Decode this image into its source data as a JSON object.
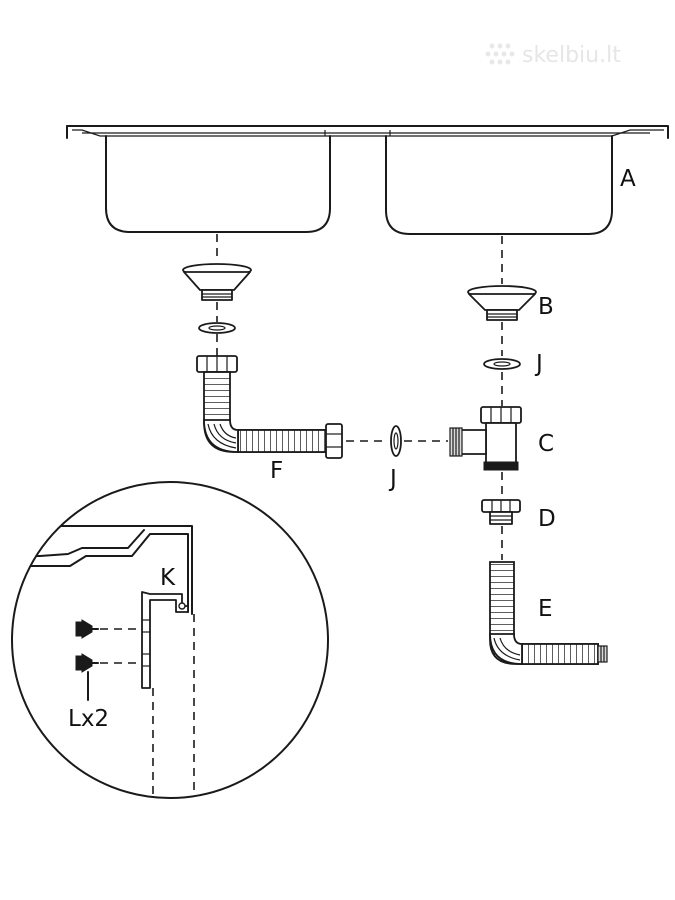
{
  "watermark": "skelbiu.lt",
  "labels": {
    "A": "A",
    "B": "B",
    "J_top": "J",
    "C": "C",
    "F": "F",
    "J_mid": "J",
    "D": "D",
    "E": "E",
    "K": "K",
    "L": "Lx2"
  }
}
